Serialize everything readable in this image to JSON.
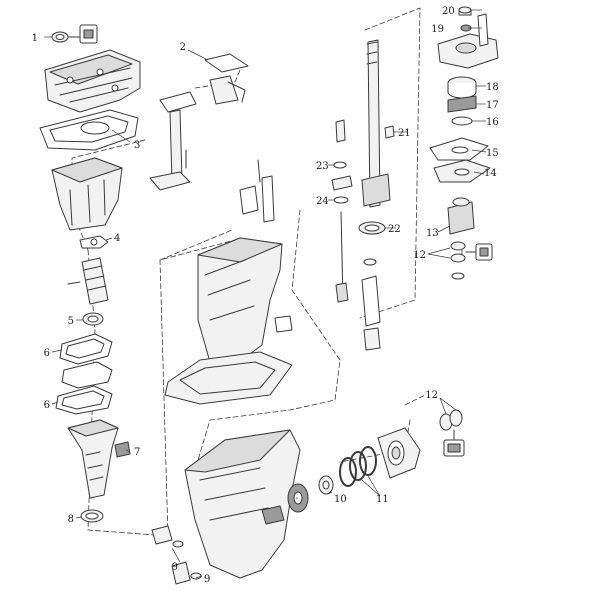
{
  "diagram": {
    "type": "exploded-parts-diagram",
    "line_color": "#3a3a3a",
    "fill_color": "#f2f2f2",
    "dark_fill": "#9a9a9a",
    "part_labels": [
      "1",
      "2",
      "3",
      "4",
      "5",
      "6",
      "6",
      "7",
      "8",
      "9",
      "9",
      "10",
      "11",
      "12",
      "12",
      "13",
      "14",
      "15",
      "16",
      "17",
      "18",
      "19",
      "20",
      "21",
      "22",
      "23",
      "24"
    ]
  }
}
